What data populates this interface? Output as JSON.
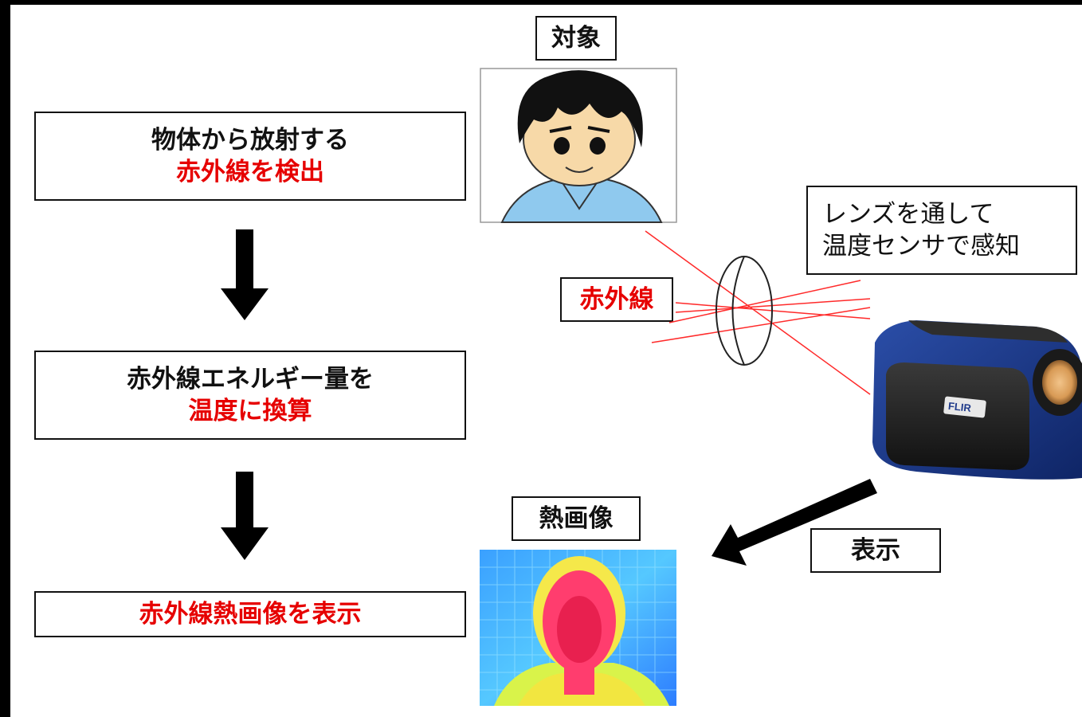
{
  "steps": [
    {
      "line1": "物体から放射する",
      "line2": "赤外線を検出"
    },
    {
      "line1": "赤外線エネルギー量を",
      "line2": "温度に換算"
    },
    {
      "line1": "赤外線熱画像を表示"
    }
  ],
  "labels": {
    "target": "対象",
    "infrared": "赤外線",
    "sensor_line1": "レンズを通して",
    "sensor_line2": "温度センサで感知",
    "thermal_image": "熱画像",
    "display": "表示",
    "camera_brand": "FLIR"
  },
  "colors": {
    "emphasis": "#e60000",
    "ray": "#ff2a2a",
    "camera_body": "#1f3a8a"
  }
}
